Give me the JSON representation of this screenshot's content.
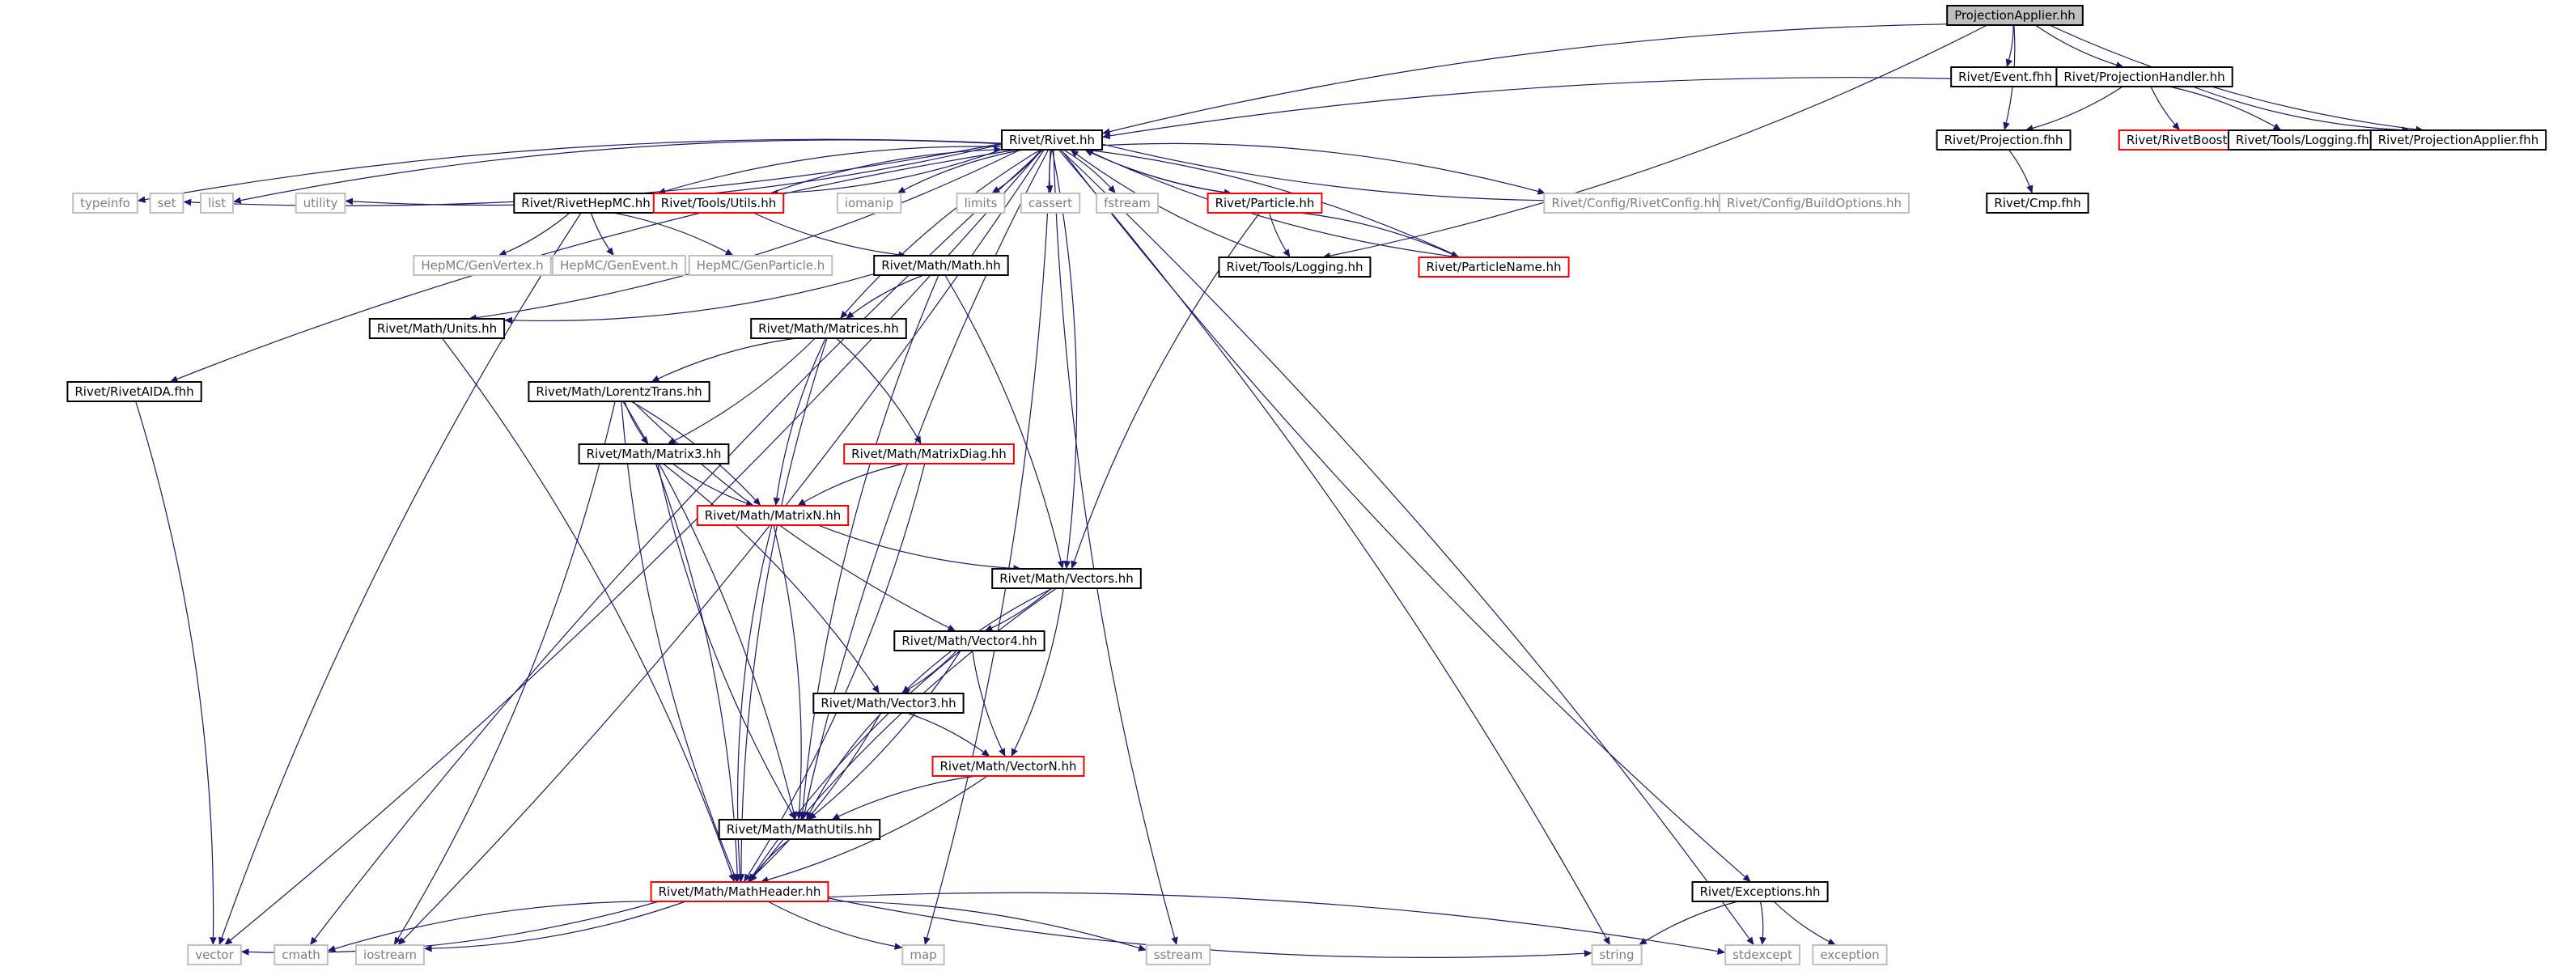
{
  "graph": {
    "root": "ProjectionApplier.hh",
    "colors": {
      "edge": "#191970",
      "node_default_border": "#000000",
      "node_truncated_border": "#ff0000",
      "node_external_border": "#bfbfbf",
      "node_external_text": "#7f7f7f",
      "node_root_fill": "#bfbfbf"
    },
    "nodes": [
      {
        "id": "pa",
        "label": "ProjectionApplier.hh",
        "kind": "root"
      },
      {
        "id": "event",
        "label": "Rivet/Event.fhh",
        "kind": "normal"
      },
      {
        "id": "ph",
        "label": "Rivet/ProjectionHandler.hh",
        "kind": "normal"
      },
      {
        "id": "rivet",
        "label": "Rivet/Rivet.hh",
        "kind": "normal"
      },
      {
        "id": "projfhh",
        "label": "Rivet/Projection.fhh",
        "kind": "normal"
      },
      {
        "id": "boost",
        "label": "Rivet/RivetBoost.hh",
        "kind": "truncated"
      },
      {
        "id": "logfhh",
        "label": "Rivet/Tools/Logging.fhh",
        "kind": "normal"
      },
      {
        "id": "pafhh",
        "label": "Rivet/ProjectionApplier.fhh",
        "kind": "normal"
      },
      {
        "id": "cmp",
        "label": "Rivet/Cmp.fhh",
        "kind": "normal"
      },
      {
        "id": "typeinfo",
        "label": "typeinfo",
        "kind": "external"
      },
      {
        "id": "set",
        "label": "set",
        "kind": "external"
      },
      {
        "id": "list",
        "label": "list",
        "kind": "external"
      },
      {
        "id": "utility",
        "label": "utility",
        "kind": "external"
      },
      {
        "id": "hepmc",
        "label": "Rivet/RivetHepMC.hh",
        "kind": "normal"
      },
      {
        "id": "utils",
        "label": "Rivet/Tools/Utils.hh",
        "kind": "truncated"
      },
      {
        "id": "iomanip",
        "label": "iomanip",
        "kind": "external"
      },
      {
        "id": "limits",
        "label": "limits",
        "kind": "external"
      },
      {
        "id": "cassert",
        "label": "cassert",
        "kind": "external"
      },
      {
        "id": "fstream",
        "label": "fstream",
        "kind": "external"
      },
      {
        "id": "particle",
        "label": "Rivet/Particle.hh",
        "kind": "truncated"
      },
      {
        "id": "config",
        "label": "Rivet/Config/RivetConfig.hh",
        "kind": "external"
      },
      {
        "id": "buildopt",
        "label": "Rivet/Config/BuildOptions.hh",
        "kind": "external"
      },
      {
        "id": "genvertex",
        "label": "HepMC/GenVertex.h",
        "kind": "external"
      },
      {
        "id": "genevent",
        "label": "HepMC/GenEvent.h",
        "kind": "external"
      },
      {
        "id": "genparticle",
        "label": "HepMC/GenParticle.h",
        "kind": "external"
      },
      {
        "id": "math",
        "label": "Rivet/Math/Math.hh",
        "kind": "normal"
      },
      {
        "id": "logging",
        "label": "Rivet/Tools/Logging.hh",
        "kind": "normal"
      },
      {
        "id": "pname",
        "label": "Rivet/ParticleName.hh",
        "kind": "truncated"
      },
      {
        "id": "units",
        "label": "Rivet/Math/Units.hh",
        "kind": "normal"
      },
      {
        "id": "matrices",
        "label": "Rivet/Math/Matrices.hh",
        "kind": "normal"
      },
      {
        "id": "aida",
        "label": "Rivet/RivetAIDA.fhh",
        "kind": "normal"
      },
      {
        "id": "lorentz",
        "label": "Rivet/Math/LorentzTrans.hh",
        "kind": "normal"
      },
      {
        "id": "matrixdiag",
        "label": "Rivet/Math/MatrixDiag.hh",
        "kind": "truncated"
      },
      {
        "id": "matrix3",
        "label": "Rivet/Math/Matrix3.hh",
        "kind": "normal"
      },
      {
        "id": "matrixn",
        "label": "Rivet/Math/MatrixN.hh",
        "kind": "truncated"
      },
      {
        "id": "vectors",
        "label": "Rivet/Math/Vectors.hh",
        "kind": "normal"
      },
      {
        "id": "vector4",
        "label": "Rivet/Math/Vector4.hh",
        "kind": "normal"
      },
      {
        "id": "vector3",
        "label": "Rivet/Math/Vector3.hh",
        "kind": "normal"
      },
      {
        "id": "vectorn",
        "label": "Rivet/Math/VectorN.hh",
        "kind": "truncated"
      },
      {
        "id": "mathutils",
        "label": "Rivet/Math/MathUtils.hh",
        "kind": "normal"
      },
      {
        "id": "mathheader",
        "label": "Rivet/Math/MathHeader.hh",
        "kind": "truncated"
      },
      {
        "id": "exceptions",
        "label": "Rivet/Exceptions.hh",
        "kind": "normal"
      },
      {
        "id": "vector",
        "label": "vector",
        "kind": "external"
      },
      {
        "id": "cmath",
        "label": "cmath",
        "kind": "external"
      },
      {
        "id": "iostream",
        "label": "iostream",
        "kind": "external"
      },
      {
        "id": "map",
        "label": "map",
        "kind": "external"
      },
      {
        "id": "sstream",
        "label": "sstream",
        "kind": "external"
      },
      {
        "id": "string",
        "label": "string",
        "kind": "external"
      },
      {
        "id": "stdexcept",
        "label": "stdexcept",
        "kind": "external"
      },
      {
        "id": "exception",
        "label": "exception",
        "kind": "external"
      }
    ],
    "edges": [
      [
        "pa",
        "rivet"
      ],
      [
        "pa",
        "event"
      ],
      [
        "pa",
        "ph"
      ],
      [
        "pa",
        "projfhh"
      ],
      [
        "pa",
        "pafhh"
      ],
      [
        "pa",
        "logging"
      ],
      [
        "ph",
        "rivet"
      ],
      [
        "ph",
        "projfhh"
      ],
      [
        "ph",
        "boost"
      ],
      [
        "ph",
        "logfhh"
      ],
      [
        "ph",
        "pafhh"
      ],
      [
        "projfhh",
        "cmp"
      ],
      [
        "rivet",
        "typeinfo"
      ],
      [
        "rivet",
        "set"
      ],
      [
        "rivet",
        "list"
      ],
      [
        "rivet",
        "utility"
      ],
      [
        "rivet",
        "hepmc"
      ],
      [
        "rivet",
        "utils"
      ],
      [
        "rivet",
        "iomanip"
      ],
      [
        "rivet",
        "limits"
      ],
      [
        "rivet",
        "cassert"
      ],
      [
        "rivet",
        "fstream"
      ],
      [
        "rivet",
        "particle"
      ],
      [
        "rivet",
        "config"
      ],
      [
        "rivet",
        "buildopt"
      ],
      [
        "rivet",
        "vector"
      ],
      [
        "rivet",
        "cmath"
      ],
      [
        "rivet",
        "iostream"
      ],
      [
        "rivet",
        "aida"
      ],
      [
        "rivet",
        "units"
      ],
      [
        "rivet",
        "matrices"
      ],
      [
        "rivet",
        "vectors"
      ],
      [
        "rivet",
        "pname"
      ],
      [
        "rivet",
        "map"
      ],
      [
        "rivet",
        "sstream"
      ],
      [
        "rivet",
        "string"
      ],
      [
        "rivet",
        "exceptions"
      ],
      [
        "rivet",
        "stdexcept"
      ],
      [
        "rivet",
        "mathutils"
      ],
      [
        "hepmc",
        "genvertex"
      ],
      [
        "hepmc",
        "genevent"
      ],
      [
        "hepmc",
        "genparticle"
      ],
      [
        "hepmc",
        "vector"
      ],
      [
        "utils",
        "rivet"
      ],
      [
        "utils",
        "math"
      ],
      [
        "particle",
        "rivet"
      ],
      [
        "particle",
        "logging"
      ],
      [
        "particle",
        "pname"
      ],
      [
        "particle",
        "vectors"
      ],
      [
        "logging",
        "rivet"
      ],
      [
        "pname",
        "rivet"
      ],
      [
        "math",
        "units"
      ],
      [
        "math",
        "matrices"
      ],
      [
        "math",
        "vectors"
      ],
      [
        "math",
        "mathutils"
      ],
      [
        "units",
        "mathheader"
      ],
      [
        "matrices",
        "lorentz"
      ],
      [
        "matrices",
        "matrix3"
      ],
      [
        "matrices",
        "matrixn"
      ],
      [
        "matrices",
        "matrixdiag"
      ],
      [
        "matrices",
        "mathheader"
      ],
      [
        "aida",
        "vector"
      ],
      [
        "lorentz",
        "matrix3"
      ],
      [
        "lorentz",
        "matrixn"
      ],
      [
        "lorentz",
        "vector4"
      ],
      [
        "lorentz",
        "mathutils"
      ],
      [
        "lorentz",
        "mathheader"
      ],
      [
        "lorentz",
        "iostream"
      ],
      [
        "matrix3",
        "matrixn"
      ],
      [
        "matrix3",
        "vector3"
      ],
      [
        "matrix3",
        "mathutils"
      ],
      [
        "matrix3",
        "mathheader"
      ],
      [
        "matrixdiag",
        "matrixn"
      ],
      [
        "matrixdiag",
        "mathheader"
      ],
      [
        "matrixn",
        "vectors"
      ],
      [
        "matrixn",
        "mathutils"
      ],
      [
        "matrixn",
        "mathheader"
      ],
      [
        "vectors",
        "vector4"
      ],
      [
        "vectors",
        "vector3"
      ],
      [
        "vectors",
        "vectorn"
      ],
      [
        "vectors",
        "mathheader"
      ],
      [
        "vector4",
        "vector3"
      ],
      [
        "vector4",
        "vectorn"
      ],
      [
        "vector4",
        "mathutils"
      ],
      [
        "vector4",
        "mathheader"
      ],
      [
        "vector3",
        "vectorn"
      ],
      [
        "vector3",
        "mathutils"
      ],
      [
        "vector3",
        "mathheader"
      ],
      [
        "vectorn",
        "mathutils"
      ],
      [
        "vectorn",
        "mathheader"
      ],
      [
        "mathutils",
        "mathheader"
      ],
      [
        "mathheader",
        "vector"
      ],
      [
        "mathheader",
        "cmath"
      ],
      [
        "mathheader",
        "iostream"
      ],
      [
        "mathheader",
        "map"
      ],
      [
        "mathheader",
        "sstream"
      ],
      [
        "mathheader",
        "string"
      ],
      [
        "mathheader",
        "stdexcept"
      ],
      [
        "exceptions",
        "string"
      ],
      [
        "exceptions",
        "stdexcept"
      ],
      [
        "exceptions",
        "exception"
      ]
    ]
  }
}
